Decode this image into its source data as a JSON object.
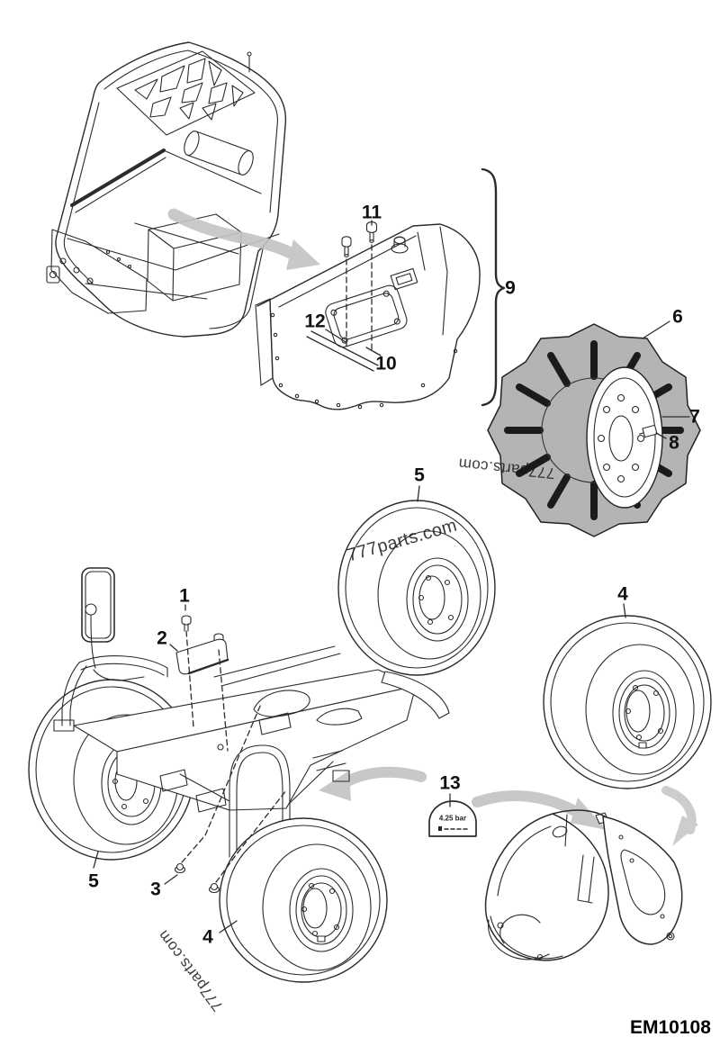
{
  "diagram": {
    "code": "EM10108"
  },
  "watermarks": {
    "large_tire": "777parts.com",
    "mid_tire": "777parts.com",
    "bottom": "777parts.com"
  },
  "decal": {
    "pressure": "4.25 bar"
  },
  "callouts": {
    "c1": "1",
    "c2": "2",
    "c3": "3",
    "c4_right": "4",
    "c4_bottom": "4",
    "c5_top": "5",
    "c5_bottom": "5",
    "c6": "6",
    "c7": "7",
    "c8": "8",
    "c9": "9",
    "c10": "10",
    "c11": "11",
    "c12": "12",
    "c13": "13"
  }
}
